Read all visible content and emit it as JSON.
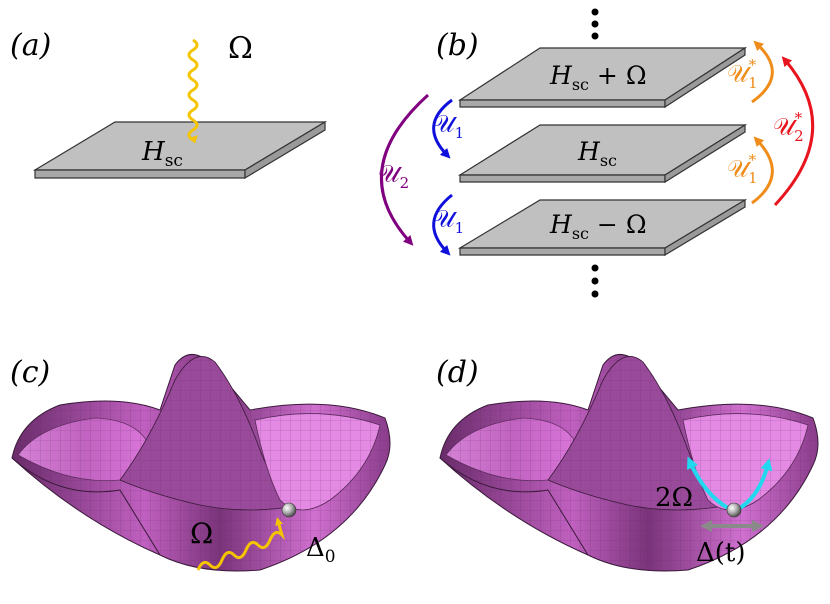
{
  "panels": {
    "a": {
      "label": "(a)",
      "omega": "Ω",
      "plate": {
        "main": "H",
        "sub": "sc"
      }
    },
    "b": {
      "label": "(b)",
      "plates": [
        {
          "main": "H",
          "sub": "sc",
          "suffix": " + Ω"
        },
        {
          "main": "H",
          "sub": "sc",
          "suffix": ""
        },
        {
          "main": "H",
          "sub": "sc",
          "suffix": " − Ω"
        }
      ],
      "ops": {
        "U1": {
          "main": "𝒰",
          "sub": "1",
          "sup": ""
        },
        "U2": {
          "main": "𝒰",
          "sub": "2",
          "sup": ""
        },
        "U1s": {
          "main": "𝒰",
          "sub": "1",
          "sup": "*"
        },
        "U2s": {
          "main": "𝒰",
          "sub": "2",
          "sup": "*"
        }
      }
    },
    "c": {
      "label": "(c)",
      "omega": "Ω",
      "delta": {
        "main": "Δ",
        "sub": "0"
      }
    },
    "d": {
      "label": "(d)",
      "two_omega": "2Ω",
      "delta_t": "Δ(t)"
    }
  },
  "colors": {
    "plate_fill": "#c0c0c0",
    "plate_side": "#a8a8a8",
    "photon": "#f5c400",
    "u1": "#1010dd",
    "u2": "#800080",
    "u1_star": "#f08c1a",
    "u2_star": "#e8141e",
    "surface": "#c060c0",
    "surface_light": "#e07ae0",
    "surface_dark": "#6a2c6a",
    "cyan": "#22d8ee",
    "grey_arrow": "#8a8a8a"
  }
}
